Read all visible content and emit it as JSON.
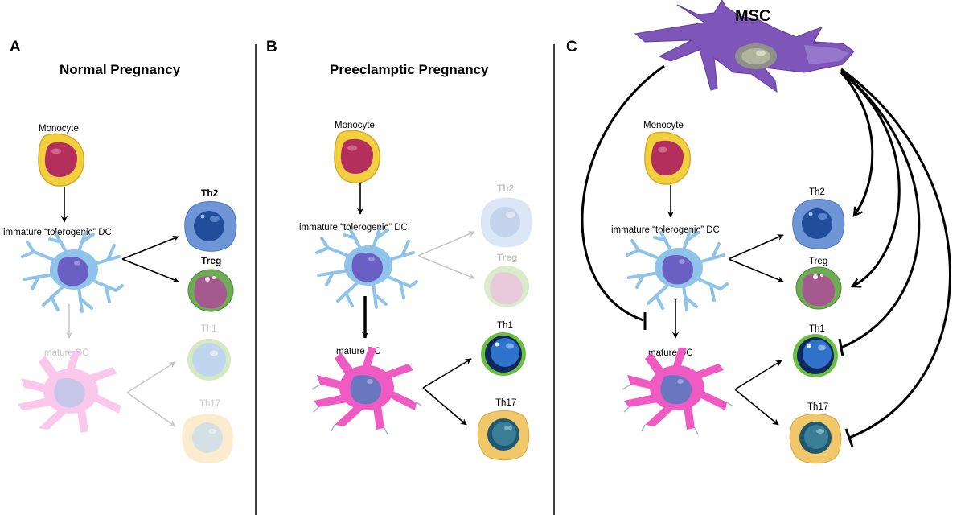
{
  "colors": {
    "monocyte_outer": "#f2cf3c",
    "monocyte_inner": "#b52f5c",
    "dc_immature": "#8fc3ea",
    "dc_immature_core": "#6a5fc3",
    "dc_mature": "#ef5bc3",
    "dc_mature_core": "#6b76c0",
    "th2": "#6e95d6",
    "treg": "#6faa54",
    "th1": "#2f72c9",
    "th17": "#f0c86a",
    "msc": "#7e55b8",
    "faded_text": "#c7c7c7"
  },
  "panel_a": {
    "letter": "A",
    "title": "Normal Pregnancy",
    "monocyte": "Monocyte",
    "immature_dc": "immature “tolerogenic” DC",
    "mature_dc": "mature DC",
    "th2": "Th2",
    "treg": "Treg",
    "th1": "Th1",
    "th17": "Th17"
  },
  "panel_b": {
    "letter": "B",
    "title": "Preeclamptic Pregnancy",
    "monocyte": "Monocyte",
    "immature_dc": "immature “tolerogenic” DC",
    "mature_dc": "mature DC",
    "th2": "Th2",
    "treg": "Treg",
    "th1": "Th1",
    "th17": "Th17"
  },
  "panel_c": {
    "letter": "C",
    "msc": "MSC",
    "monocyte": "Monocyte",
    "immature_dc": "immature “tolerogenic” DC",
    "mature_dc": "mature DC",
    "th2": "Th2",
    "treg": "Treg",
    "th1": "Th1",
    "th17": "Th17"
  }
}
